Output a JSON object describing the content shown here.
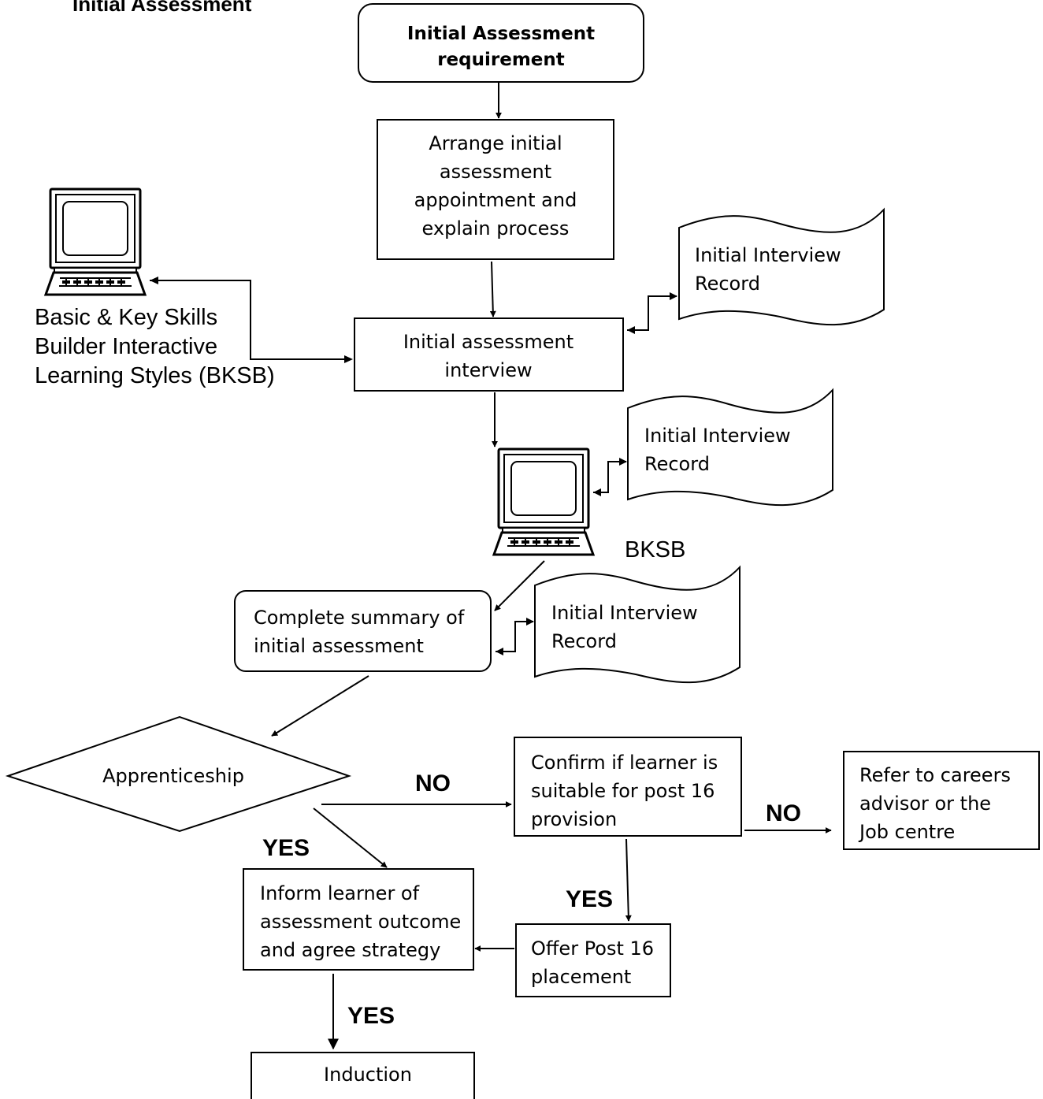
{
  "heading": "Initial Assessment",
  "nodes": {
    "start": [
      "Initial Assessment",
      "requirement"
    ],
    "arrange": [
      "Arrange initial",
      "assessment",
      "appointment and",
      "explain process"
    ],
    "interview": [
      "Initial assessment",
      "interview"
    ],
    "record1": [
      "Initial Interview",
      "Record"
    ],
    "record2": [
      "Initial Interview",
      "Record"
    ],
    "record3": [
      "Initial Interview",
      "Record"
    ],
    "summary": [
      "Complete summary of",
      "initial assessment"
    ],
    "decision": "Apprenticeship",
    "confirm": [
      "Confirm if learner is",
      "suitable for post 16",
      "provision"
    ],
    "refer": [
      "Refer to careers",
      "advisor or the",
      "Job centre"
    ],
    "inform": [
      "Inform learner of",
      "assessment outcome",
      "and agree strategy"
    ],
    "offer": [
      "Offer Post 16",
      "placement"
    ],
    "induction": "Induction"
  },
  "computer_labels": {
    "bksb_full": [
      "Basic & Key Skills",
      "Builder Interactive",
      "Learning Styles (BKSB)"
    ],
    "bksb_short": "BKSB"
  },
  "edge_labels": {
    "no_1": "NO",
    "no_2": "NO",
    "yes_1": "YES",
    "yes_2": "YES",
    "yes_3": "YES"
  }
}
